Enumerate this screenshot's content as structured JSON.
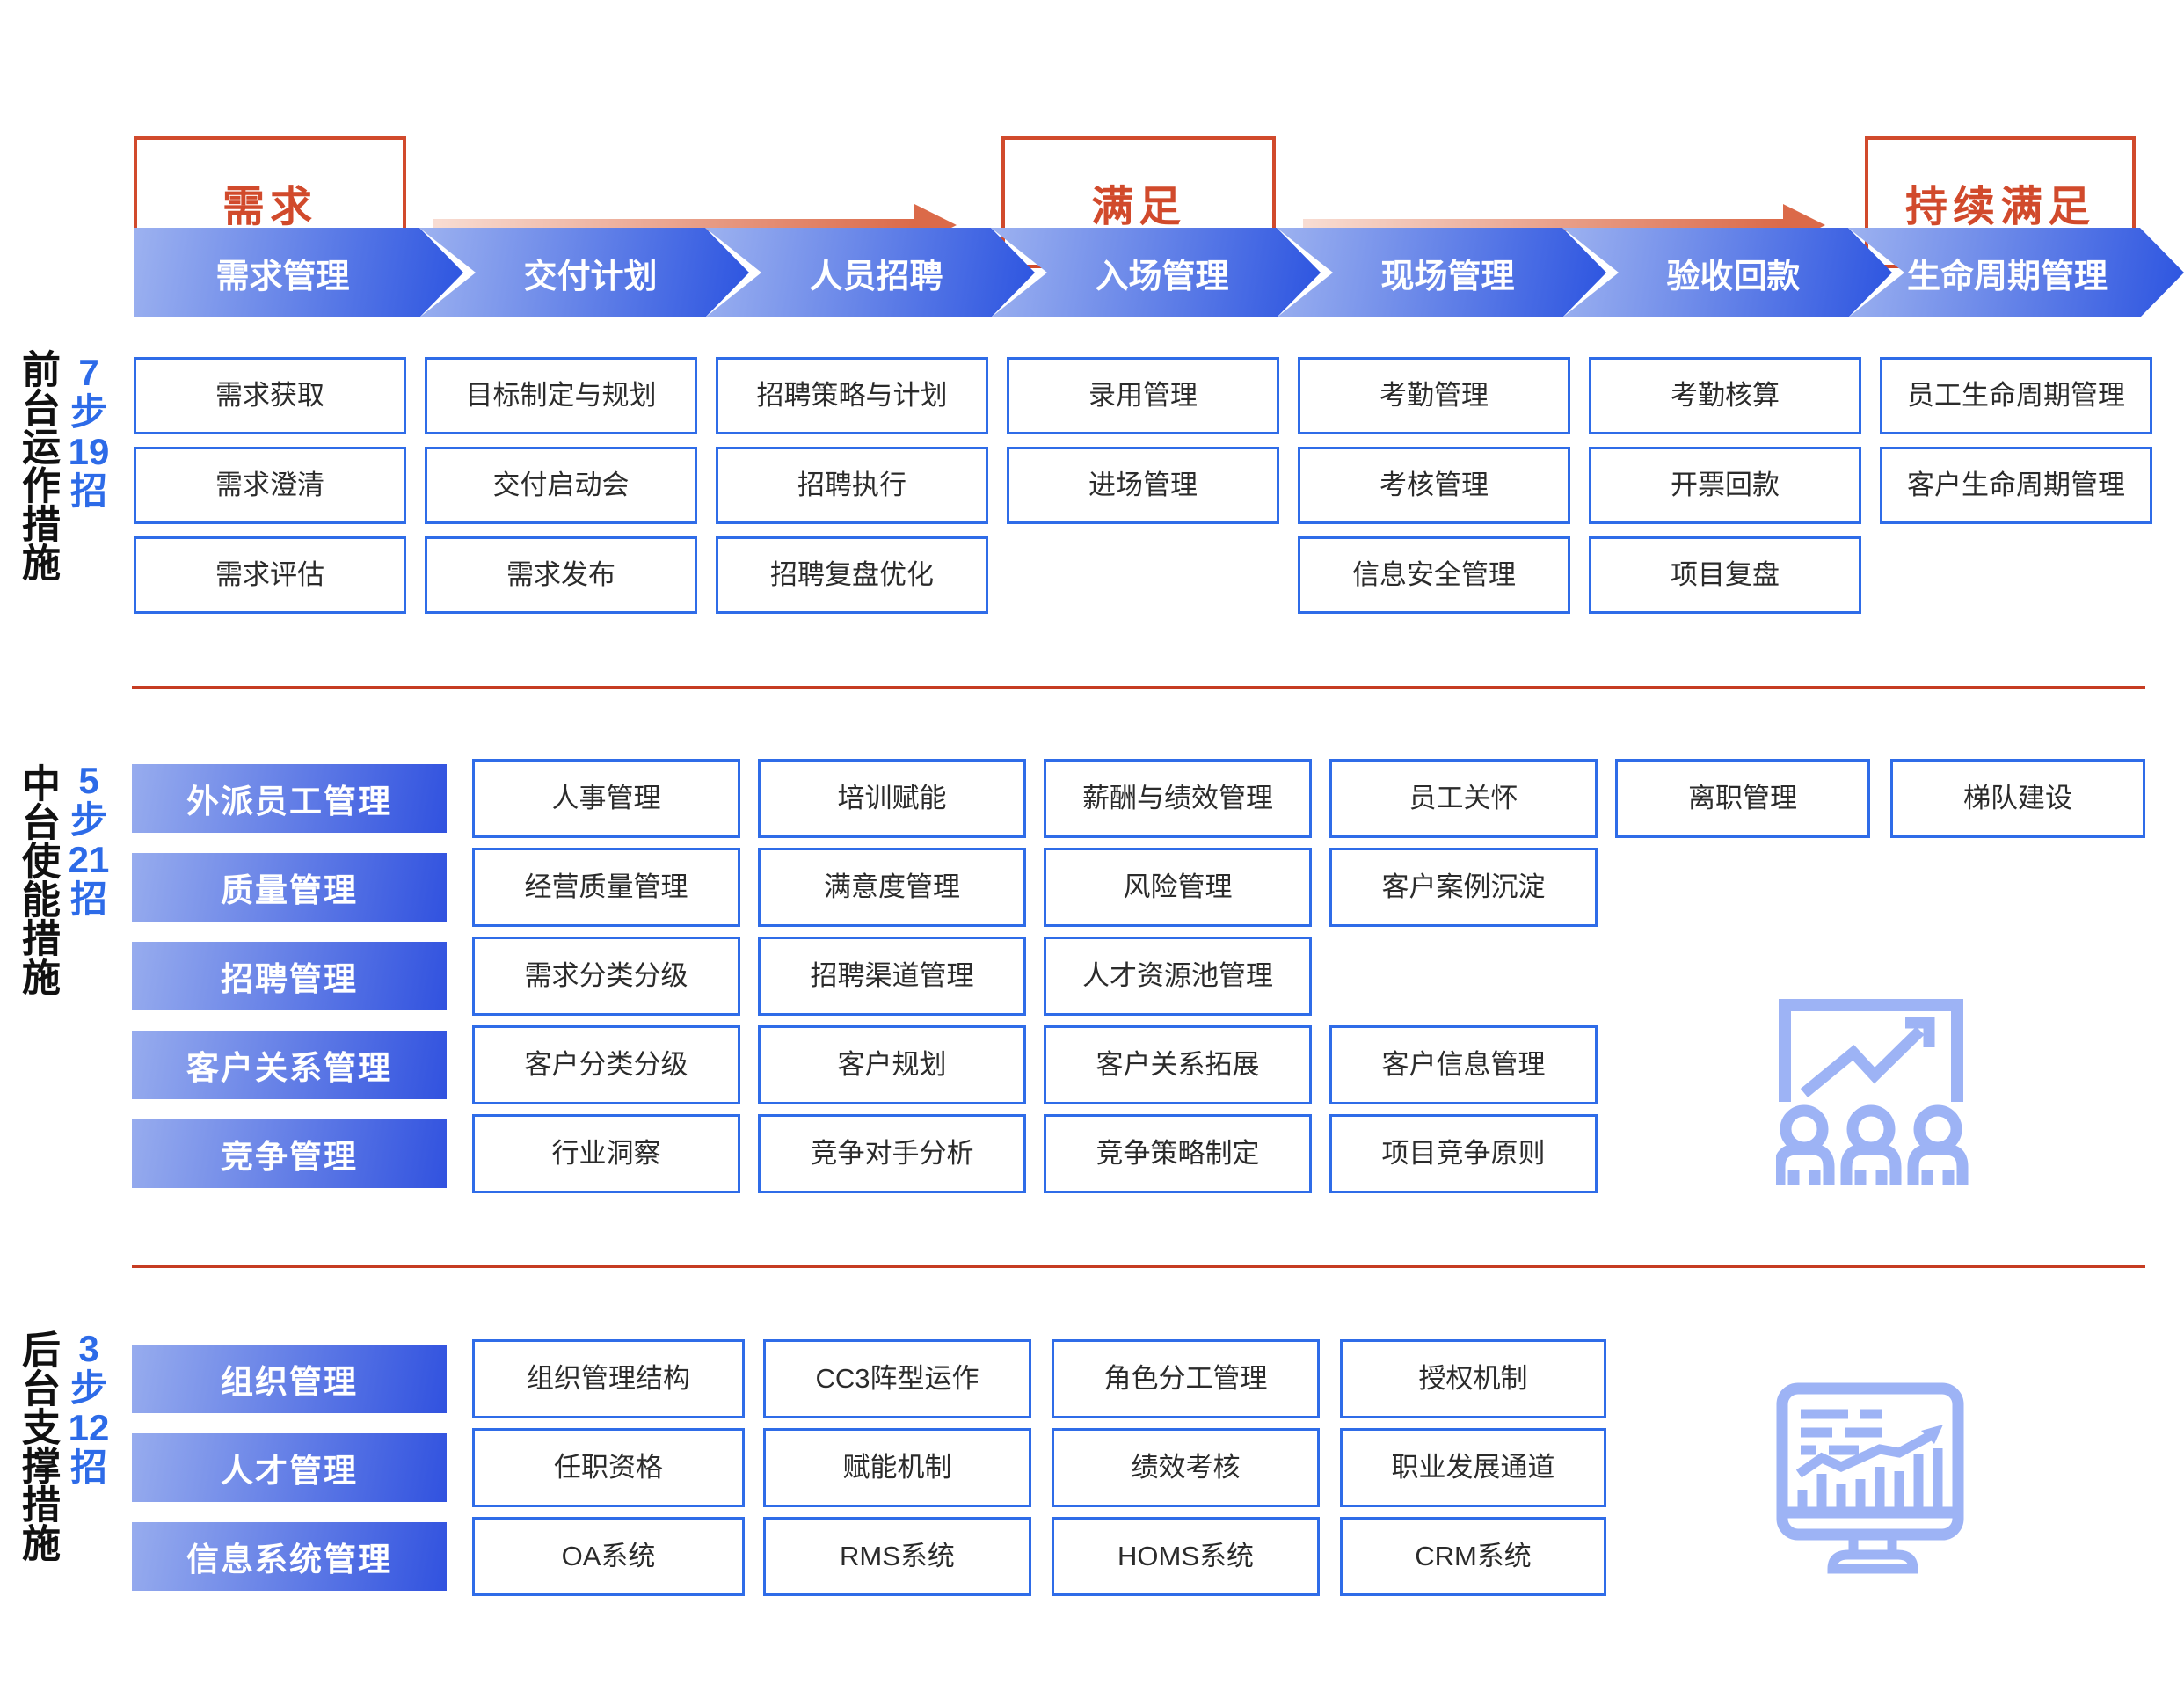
{
  "colors": {
    "accent_red": "#d14a2c",
    "divider_red": "#c63c22",
    "arrow_red_light": "#f8ddd3",
    "arrow_red_dark": "#db6a49",
    "chevron_blue_light": "#9db2f0",
    "chevron_blue_dark": "#2c54e0",
    "box_border_blue": "#2f6ce8",
    "side_stat_blue": "#2d6be8",
    "icon_blue": "#9db3f5"
  },
  "top_flow": {
    "stage1": "需求",
    "stage2": "满足",
    "stage3": "持续满足"
  },
  "chevrons": {
    "c1": "需求管理",
    "c2": "交付计划",
    "c3": "人员招聘",
    "c4": "入场管理",
    "c5": "现场管理",
    "c6": "验收回款",
    "c7": "生命周期管理"
  },
  "front": {
    "side_label": "前台运作措施",
    "stat": {
      "s1": "7",
      "s2": "步",
      "s3": "19",
      "s4": "招"
    },
    "r1c1": "需求获取",
    "r1c2": "目标制定与规划",
    "r1c3": "招聘策略与计划",
    "r1c4": "录用管理",
    "r1c5": "考勤管理",
    "r1c6": "考勤核算",
    "r1c7": "员工生命周期管理",
    "r2c1": "需求澄清",
    "r2c2": "交付启动会",
    "r2c3": "招聘执行",
    "r2c4": "进场管理",
    "r2c5": "考核管理",
    "r2c6": "开票回款",
    "r2c7": "客户生命周期管理",
    "r3c1": "需求评估",
    "r3c2": "需求发布",
    "r3c3": "招聘复盘优化",
    "r3c5": "信息安全管理",
    "r3c6": "项目复盘"
  },
  "middle": {
    "side_label": "中台使能措施",
    "stat": {
      "s1": "5",
      "s2": "步",
      "s3": "21",
      "s4": "招"
    },
    "h1": "外派员工管理",
    "r1c1": "人事管理",
    "r1c2": "培训赋能",
    "r1c3": "薪酬与绩效管理",
    "r1c4": "员工关怀",
    "r1c5": "离职管理",
    "r1c6": "梯队建设",
    "h2": "质量管理",
    "r2c1": "经营质量管理",
    "r2c2": "满意度管理",
    "r2c3": "风险管理",
    "r2c4": "客户案例沉淀",
    "h3": "招聘管理",
    "r3c1": "需求分类分级",
    "r3c2": "招聘渠道管理",
    "r3c3": "人才资源池管理",
    "h4": "客户关系管理",
    "r4c1": "客户分类分级",
    "r4c2": "客户规划",
    "r4c3": "客户关系拓展",
    "r4c4": "客户信息管理",
    "h5": "竞争管理",
    "r5c1": "行业洞察",
    "r5c2": "竞争对手分析",
    "r5c3": "竞争策略制定",
    "r5c4": "项目竞争原则"
  },
  "back": {
    "side_label": "后台支撑措施",
    "stat": {
      "s1": "3",
      "s2": "步",
      "s3": "12",
      "s4": "招"
    },
    "h1": "组织管理",
    "r1c1": "组织管理结构",
    "r1c2": "CC3阵型运作",
    "r1c3": "角色分工管理",
    "r1c4": "授权机制",
    "h2": "人才管理",
    "r2c1": "任职资格",
    "r2c2": "赋能机制",
    "r2c3": "绩效考核",
    "r2c4": "职业发展通道",
    "h3": "信息系统管理",
    "r3c1": "OA系统",
    "r3c2": "RMS系统",
    "r3c3": "HOMS系统",
    "r3c4": "CRM系统"
  },
  "icons": {
    "middle_icon": "presentation-growth-team-icon",
    "bottom_icon": "monitor-analytics-icon"
  }
}
